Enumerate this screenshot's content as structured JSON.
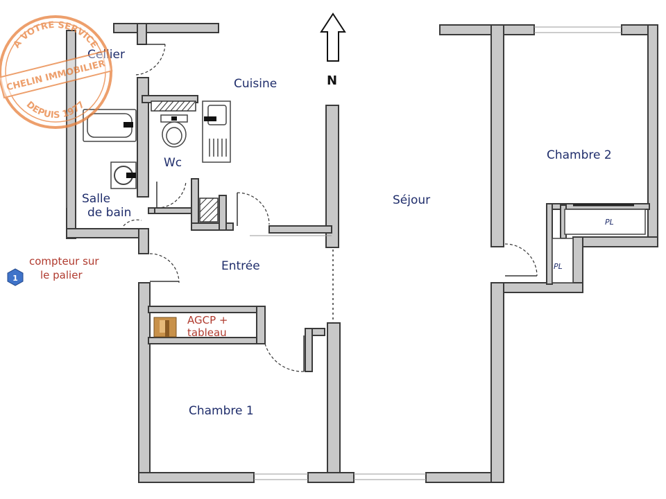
{
  "rooms": {
    "cellier": "Cellier",
    "cuisine": "Cuisine",
    "wc": "Wc",
    "salle_de_bain_line1": "Salle",
    "salle_de_bain_line2": "de bain",
    "sejour": "Séjour",
    "chambre_2": "Chambre 2",
    "entree": "Entrée",
    "chambre_1": "Chambre 1"
  },
  "closets": {
    "pl_right": "PL",
    "pl_left": "PL"
  },
  "north_label": "N",
  "note": {
    "badge": "1",
    "line1": "compteur sur",
    "line2": "le palier"
  },
  "agcp": {
    "line1": "AGCP +",
    "line2": "tableau"
  },
  "stamp": {
    "top": "A VOTRE SERVICE",
    "middle": "CHELIN IMMOBILIER",
    "bottom": "DEPUIS 1977"
  },
  "colors": {
    "wall_fill": "#c8c8c8",
    "wall_stroke": "#3a3a3a",
    "room_text": "#1f2d6b",
    "note_text": "#b03a2e",
    "badge": "#3f73c9",
    "stamp": "#e8803c"
  }
}
